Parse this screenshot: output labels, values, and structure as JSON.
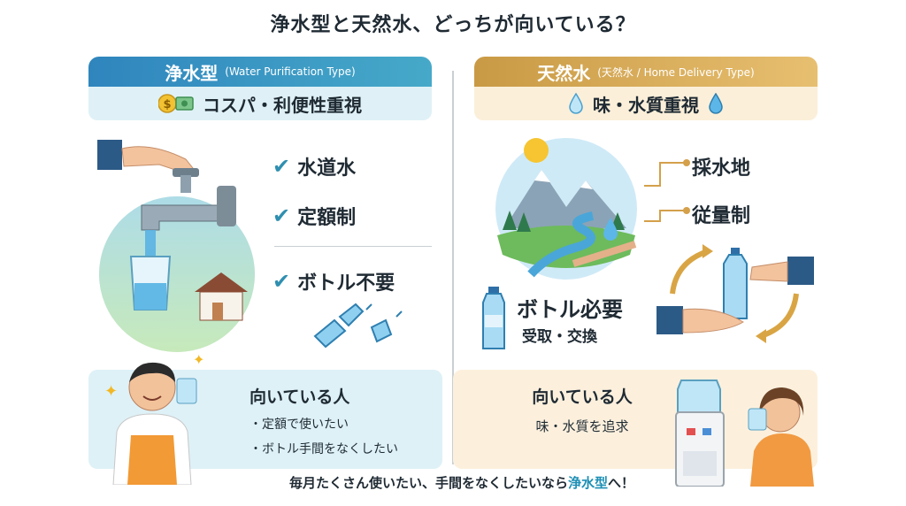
{
  "title": "浄水型と天然水、どっちが向いている？",
  "left": {
    "header_main": "浄水型",
    "header_sub": "(Water Purification Type)",
    "band": "コスパ・利便性重視",
    "features": [
      "水道水",
      "定額制",
      "ボトル不要"
    ],
    "suited_title": "向いている人",
    "suited_items": [
      "・定額で使いたい",
      "・ボトル手間をなくしたい"
    ]
  },
  "right": {
    "header_main": "天然水",
    "header_sub": "(天然水 / Home Delivery Type)",
    "band": "味・水質重視",
    "features": [
      "採水地",
      "従量制"
    ],
    "bottle_main": "ボトル必要",
    "bottle_sub": "受取・交換",
    "suited_title": "向いている人",
    "suited_item": "味・水質を追求"
  },
  "footer": {
    "prefix": "毎月たくさん使いたい、手間をなくしたいなら",
    "highlight": "浄水型",
    "suffix": "へ！"
  },
  "colors": {
    "left_header": "#3a8fc0",
    "left_band": "#dff1f6",
    "right_header": "#d7a54d",
    "right_band": "#fbefd9",
    "left_box": "#def1f7",
    "right_box": "#fcf0dd",
    "accent": "#1e8fb5"
  },
  "icons": {
    "left_band_icon": "money-icon",
    "right_band_icon": "water-drop-icon"
  }
}
